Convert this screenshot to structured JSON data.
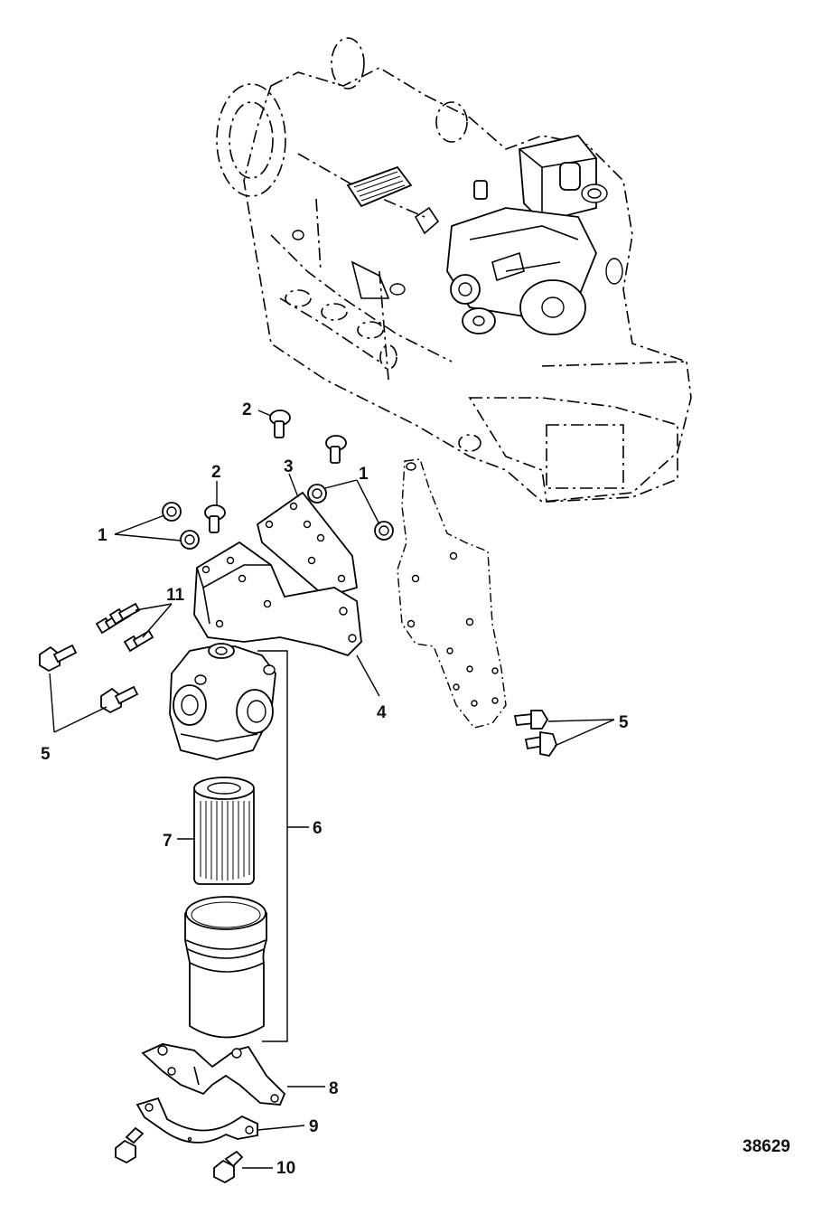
{
  "figure_number": "38629",
  "callouts": {
    "c1a": "1",
    "c1b": "1",
    "c2a": "2",
    "c2b": "2",
    "c3": "3",
    "c4": "4",
    "c5a": "5",
    "c5b": "5",
    "c6": "6",
    "c7": "7",
    "c8": "8",
    "c9": "9",
    "c10": "10",
    "c11": "11"
  }
}
